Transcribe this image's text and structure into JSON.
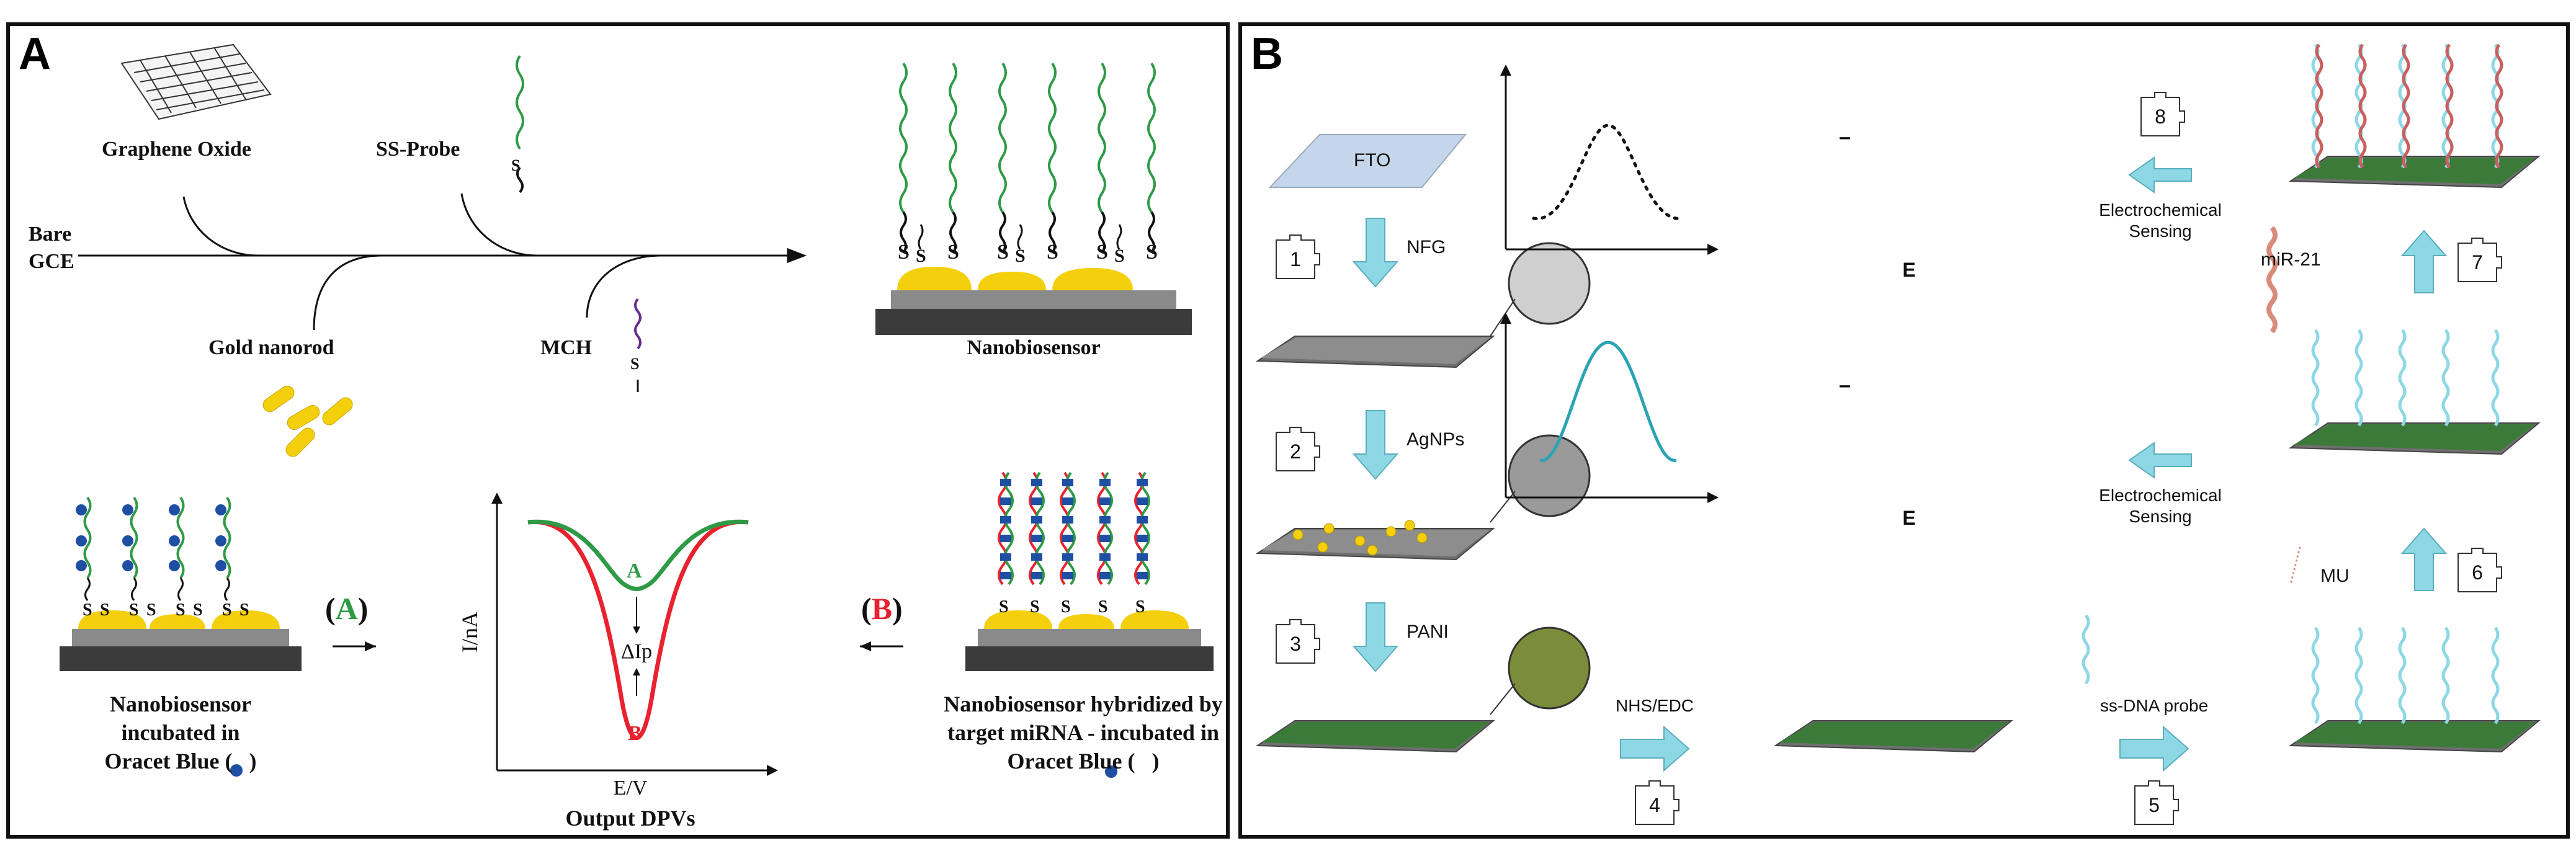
{
  "panel_a": {
    "label": "A",
    "graphene_oxide": "Graphene Oxide",
    "ss_probe": "SS-Probe",
    "bare_gce": [
      "Bare",
      "GCE"
    ],
    "gold_nanorod": "Gold nanorod",
    "mch": "MCH",
    "nanobiosensor": "Nanobiosensor",
    "incubated_left": [
      "Nanobiosensor",
      "incubated in",
      "Oracet Blue ("
    ],
    "incubated_right": [
      "Nanobiosensor hybridized by",
      "target miRNA - incubated in",
      "Oracet Blue ("
    ],
    "arrow_a": "A",
    "arrow_b": "B",
    "curve_a": "A",
    "curve_b": "B",
    "delta_ip": "ΔIp",
    "y_axis": "I/nA",
    "x_axis": "E/V",
    "output_title": "Output DPVs",
    "thiol": "S",
    "colors": {
      "green": "#2e9a46",
      "red": "#e8222e",
      "gold": "#f4cf0b",
      "blue": "#1f4fa3"
    }
  },
  "panel_b": {
    "label": "B",
    "fto": "FTO",
    "step1": "1",
    "step1_label": "NFG",
    "step2": "2",
    "step2_label": "AgNPs",
    "step3": "3",
    "step3_label": "PANI",
    "step4": "4",
    "step4_label": "NHS/EDC",
    "step5": "5",
    "step5_label": "ss-DNA probe",
    "step6": "6",
    "step6_label": "MU",
    "step7": "7",
    "step7_label": "miR-21",
    "step8": "8",
    "sensing_top": [
      "Electrochemical",
      "Sensing"
    ],
    "sensing_bottom": [
      "Electrochemical",
      "Sensing"
    ],
    "axis_e_top": "E",
    "axis_e_bottom": "E",
    "y_tick": "–",
    "colors": {
      "cyan": "#8ed8e6",
      "teal": "#2aa3b3"
    }
  }
}
